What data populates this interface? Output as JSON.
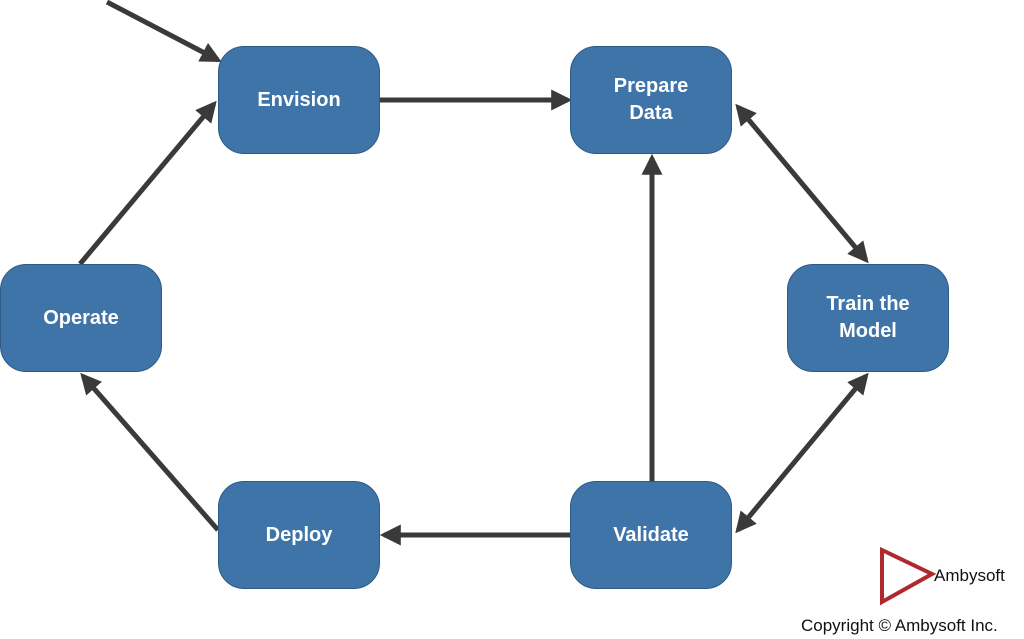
{
  "diagram": {
    "nodes": [
      {
        "id": "envision",
        "label": "Envision"
      },
      {
        "id": "prepare",
        "label": "Prepare\nData"
      },
      {
        "id": "train",
        "label": "Train the\nModel"
      },
      {
        "id": "validate",
        "label": "Validate"
      },
      {
        "id": "deploy",
        "label": "Deploy"
      },
      {
        "id": "operate",
        "label": "Operate"
      }
    ],
    "edges": [
      {
        "from": "start",
        "to": "envision",
        "direction": "forward"
      },
      {
        "from": "envision",
        "to": "prepare",
        "direction": "forward"
      },
      {
        "from": "prepare",
        "to": "train",
        "direction": "both"
      },
      {
        "from": "train",
        "to": "validate",
        "direction": "both"
      },
      {
        "from": "validate",
        "to": "prepare",
        "direction": "forward"
      },
      {
        "from": "validate",
        "to": "deploy",
        "direction": "forward"
      },
      {
        "from": "deploy",
        "to": "operate",
        "direction": "forward"
      },
      {
        "from": "operate",
        "to": "envision",
        "direction": "forward"
      }
    ],
    "colors": {
      "node_fill": "#3f74a8",
      "node_text": "#ffffff",
      "arrow": "#3a3a3a",
      "logo": "#b0272d"
    }
  },
  "branding": {
    "name": "Ambysoft",
    "copyright": "Copyright © Ambysoft Inc.",
    "logo_icon": "ambysoft-triangle-logo"
  }
}
